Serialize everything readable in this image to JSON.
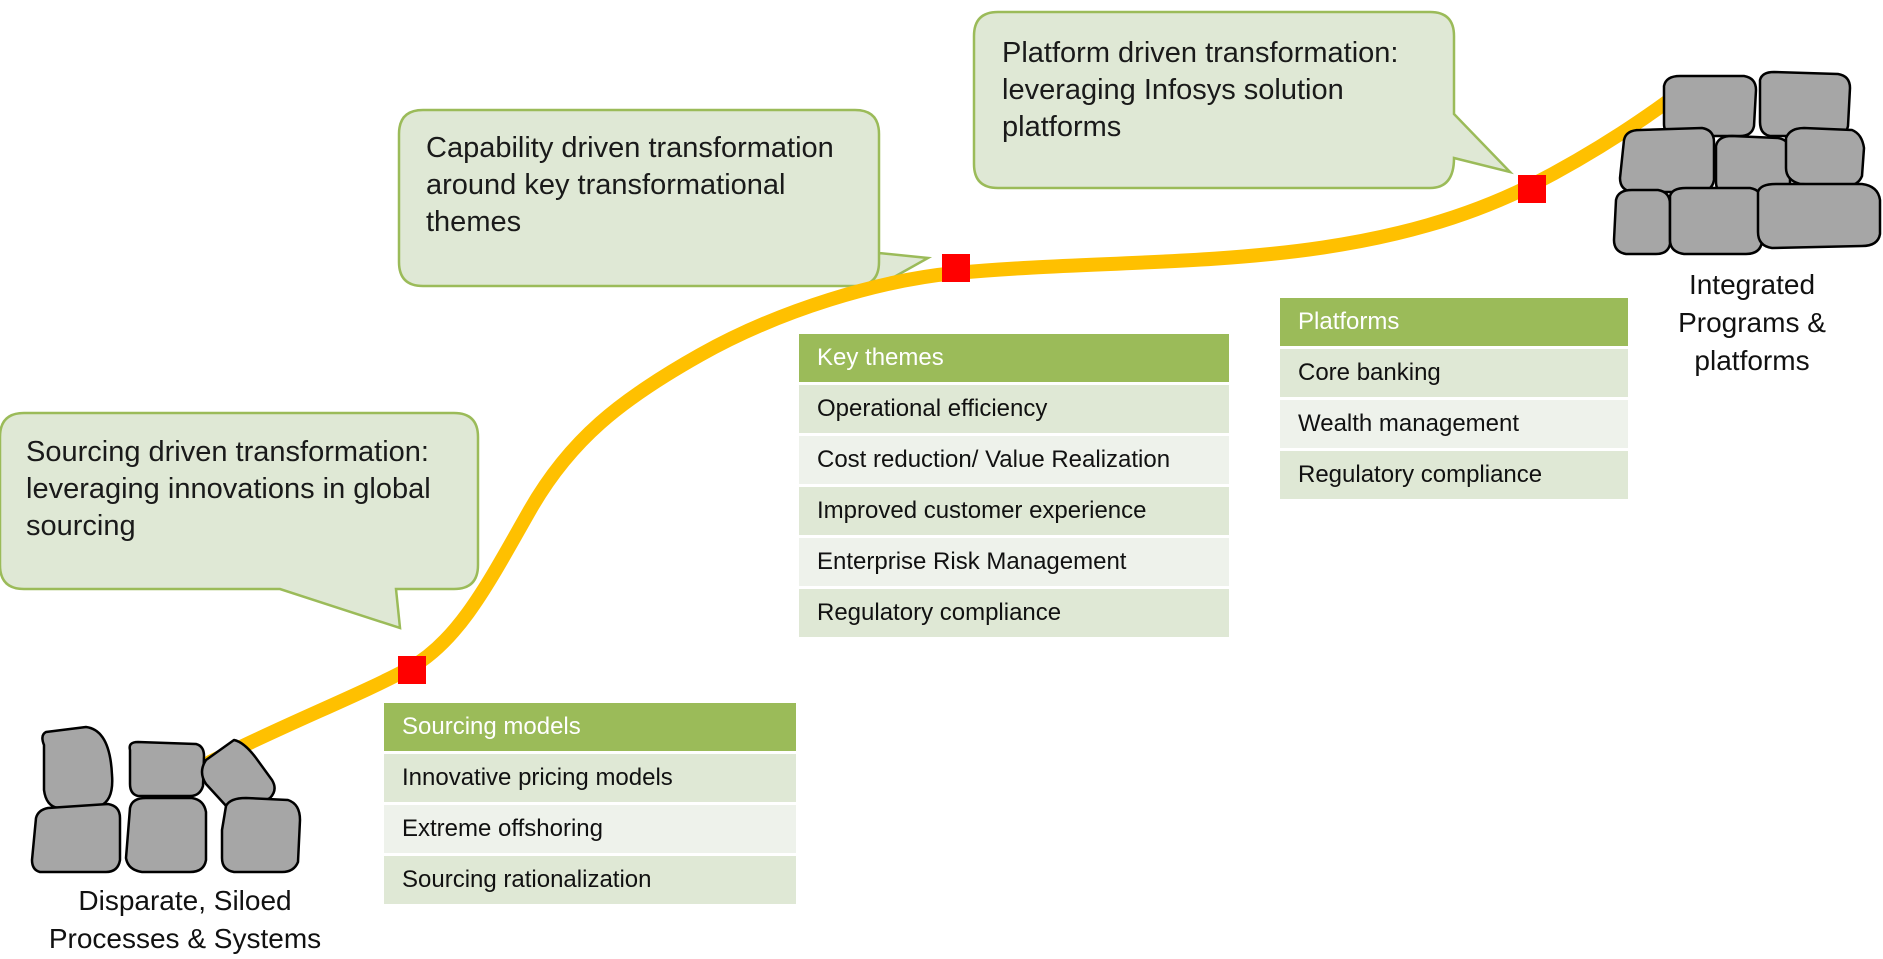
{
  "colors": {
    "path": "#ffc000",
    "milestone": "#ff0000",
    "callout_fill": "#dfe8d5",
    "callout_stroke": "#9bbb59",
    "table_header": "#9bbb59",
    "row_even": "#dfe8d5",
    "row_odd": "#eef2eb",
    "stone_fill": "#a6a6a6",
    "stone_stroke": "#000000"
  },
  "callouts": {
    "sourcing": "Sourcing driven transformation:\nleveraging innovations in global\nsourcing",
    "capability": "Capability driven transformation\naround key transformational\nthemes",
    "platform": "Platform driven transformation:\nleveraging Infosys solution\nplatforms"
  },
  "tables": {
    "sourcing": {
      "header": "Sourcing models",
      "rows": [
        "Innovative pricing models",
        "Extreme offshoring",
        " Sourcing rationalization"
      ]
    },
    "themes": {
      "header": "Key themes",
      "rows": [
        "Operational efficiency",
        "Cost reduction/ Value Realization",
        "Improved customer experience",
        "Enterprise Risk Management",
        "Regulatory compliance"
      ]
    },
    "platforms": {
      "header": "Platforms",
      "rows": [
        "Core banking",
        "Wealth management",
        " Regulatory compliance"
      ]
    }
  },
  "captions": {
    "start": "Disparate, Siloed\nProcesses & Systems",
    "end": "Integrated\nPrograms &\nplatforms"
  }
}
